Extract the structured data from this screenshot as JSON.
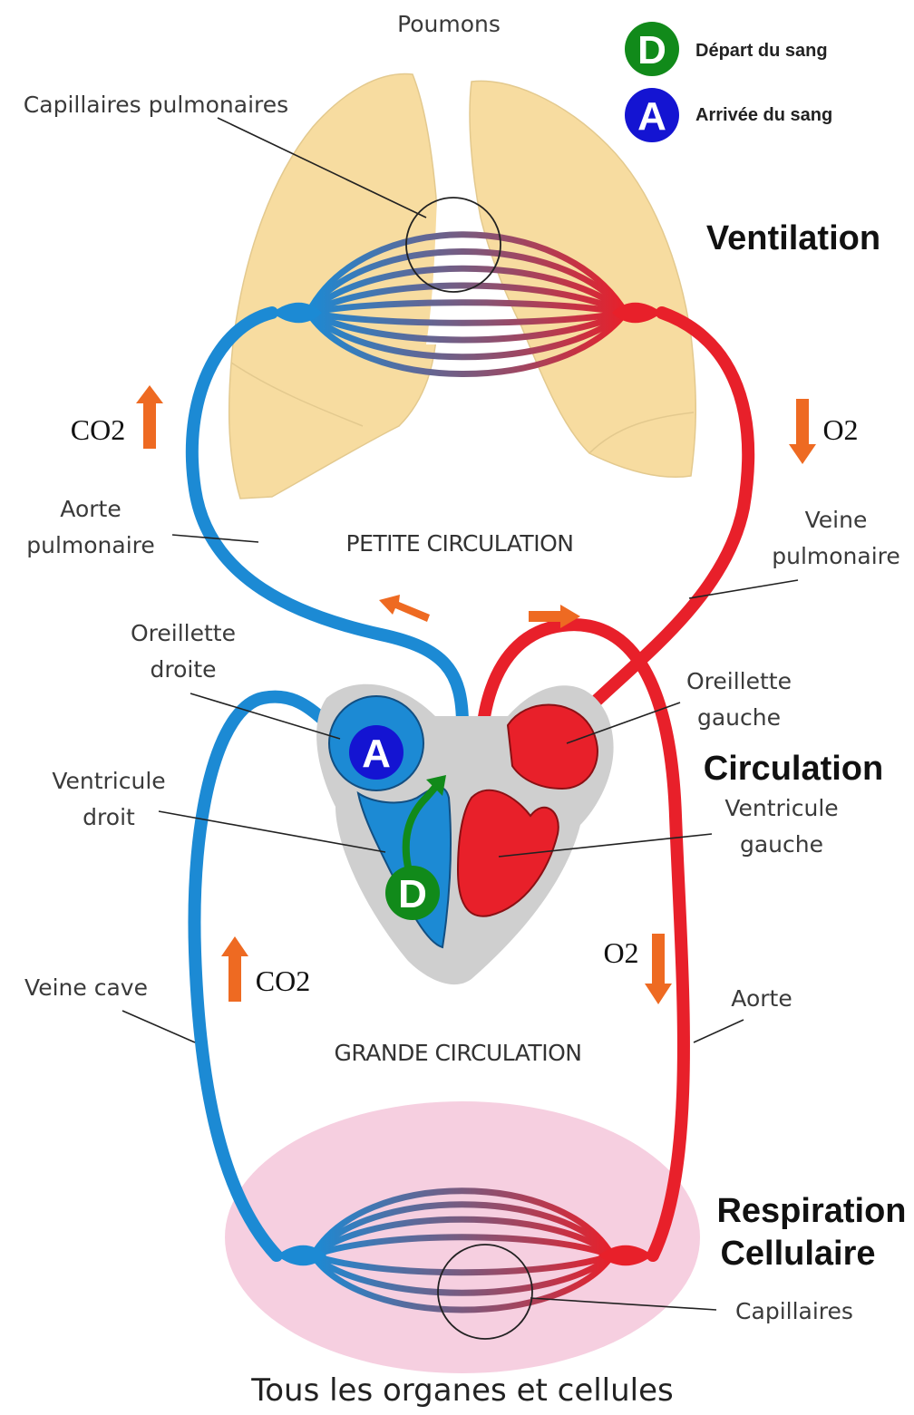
{
  "legend": {
    "depart": {
      "letter": "D",
      "text": "Départ du sang",
      "color": "#118a1a"
    },
    "arrivee": {
      "letter": "A",
      "text": "Arrivée du sang",
      "color": "#1414d2"
    }
  },
  "labels": {
    "poumons": "Poumons",
    "capillaires_pulmonaires": "Capillaires pulmonaires",
    "ventilation": "Ventilation",
    "aorte_pulmonaire_1": "Aorte",
    "aorte_pulmonaire_2": "pulmonaire",
    "veine_pulmonaire_1": "Veine",
    "veine_pulmonaire_2": "pulmonaire",
    "petite_circulation": "PETITE CIRCULATION",
    "oreillette_droite_1": "Oreillette",
    "oreillette_droite_2": "droite",
    "oreillette_gauche_1": "Oreillette",
    "oreillette_gauche_2": "gauche",
    "circulation": "Circulation",
    "ventricule_droit_1": "Ventricule",
    "ventricule_droit_2": "droit",
    "ventricule_gauche_1": "Ventricule",
    "ventricule_gauche_2": "gauche",
    "veine_cave": "Veine cave",
    "aorte": "Aorte",
    "grande_circulation": "GRANDE CIRCULATION",
    "respiration_1": "Respiration",
    "respiration_2": "Cellulaire",
    "capillaires": "Capillaires",
    "footer": "Tous les organes et cellules"
  },
  "gases": {
    "co2_top": "CO2",
    "o2_top": "O2",
    "co2_bottom": "CO2",
    "o2_bottom": "O2"
  },
  "colors": {
    "venous_blue": "#1c8ad4",
    "arterial_red": "#e8202a",
    "lung_fill": "#f7dca0",
    "tissue_fill": "#f6cfe0",
    "heart_shell": "#cfcfcf",
    "arrow_orange": "#ee6a22"
  }
}
